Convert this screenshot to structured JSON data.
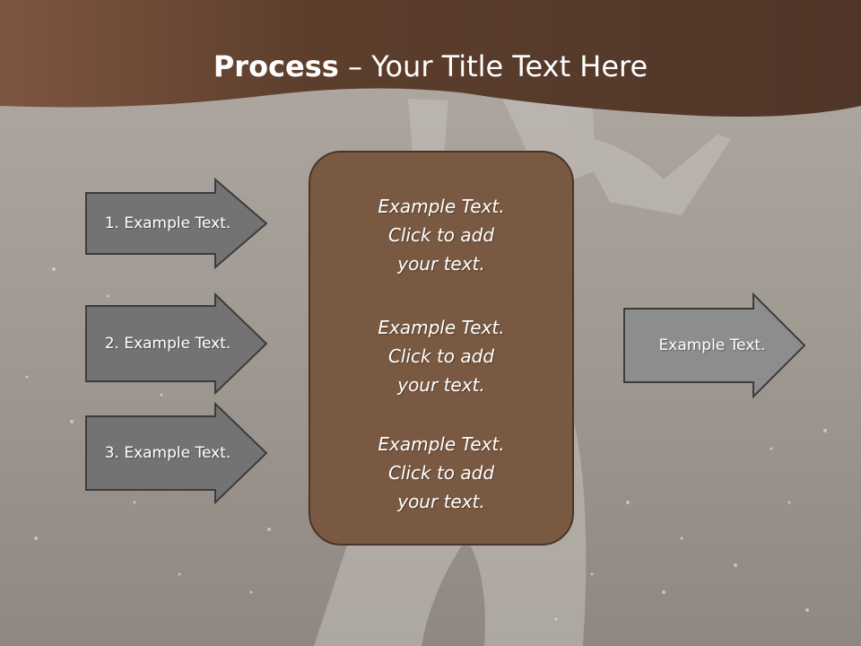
{
  "title": {
    "bold": "Process",
    "rest": " – Your Title Text Here"
  },
  "left_arrows": [
    {
      "label": "1. Example Text."
    },
    {
      "label": "2. Example Text."
    },
    {
      "label": "3. Example Text."
    }
  ],
  "center_blocks": [
    {
      "lines": [
        "Example Text.",
        "Click  to add",
        "your text."
      ]
    },
    {
      "lines": [
        "Example Text.",
        "Click  to add",
        "your text."
      ]
    },
    {
      "lines": [
        "Example Text.",
        "Click  to add",
        "your text."
      ]
    }
  ],
  "right_arrow": {
    "label": "Example Text."
  },
  "colors": {
    "header_band": "#5e3d2b",
    "arrow_fill": "#737373",
    "right_arrow_fill": "#8d8d8d",
    "center_box": "#7a5942",
    "background": "#a49c95"
  }
}
